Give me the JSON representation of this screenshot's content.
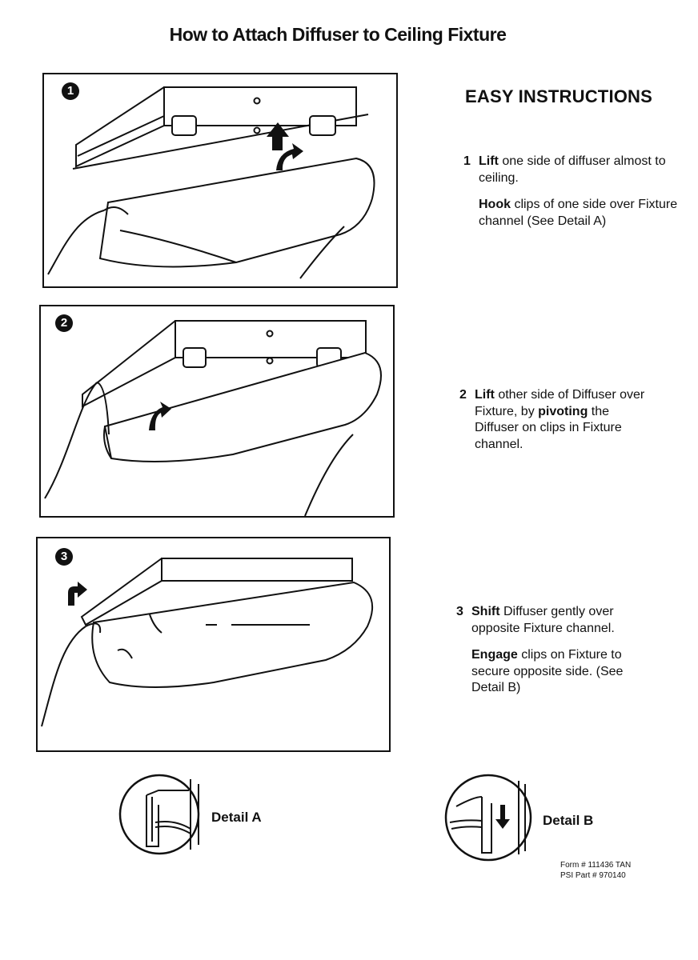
{
  "title": "How to Attach Diffuser to Ceiling Fixture",
  "instructions_heading": "EASY INSTRUCTIONS",
  "panels": [
    {
      "badge": "1"
    },
    {
      "badge": "2"
    },
    {
      "badge": "3"
    }
  ],
  "steps": [
    {
      "number": "1",
      "a_bold": "Lift",
      "a_rest": " one side of diffuser almost to ceiling.",
      "b_bold": "Hook",
      "b_rest": " clips of one side over Fixture channel (See Detail A)"
    },
    {
      "number": "2",
      "a_bold": "Lift",
      "a_mid": " other side of Diffuser over Fixture, by ",
      "a_bold2": "pivoting",
      "a_rest": " the Diffuser on clips in Fixture channel."
    },
    {
      "number": "3",
      "a_bold": "Shift",
      "a_rest": " Diffuser gently over opposite  Fixture channel.",
      "b_bold": "Engage",
      "b_rest": " clips on Fixture to secure opposite side. (See Detail B)"
    }
  ],
  "details": [
    {
      "label": "Detail A"
    },
    {
      "label": "Detail B"
    }
  ],
  "form_number": "Form # 111436 TAN",
  "part_number": "PSI Part # 970140"
}
